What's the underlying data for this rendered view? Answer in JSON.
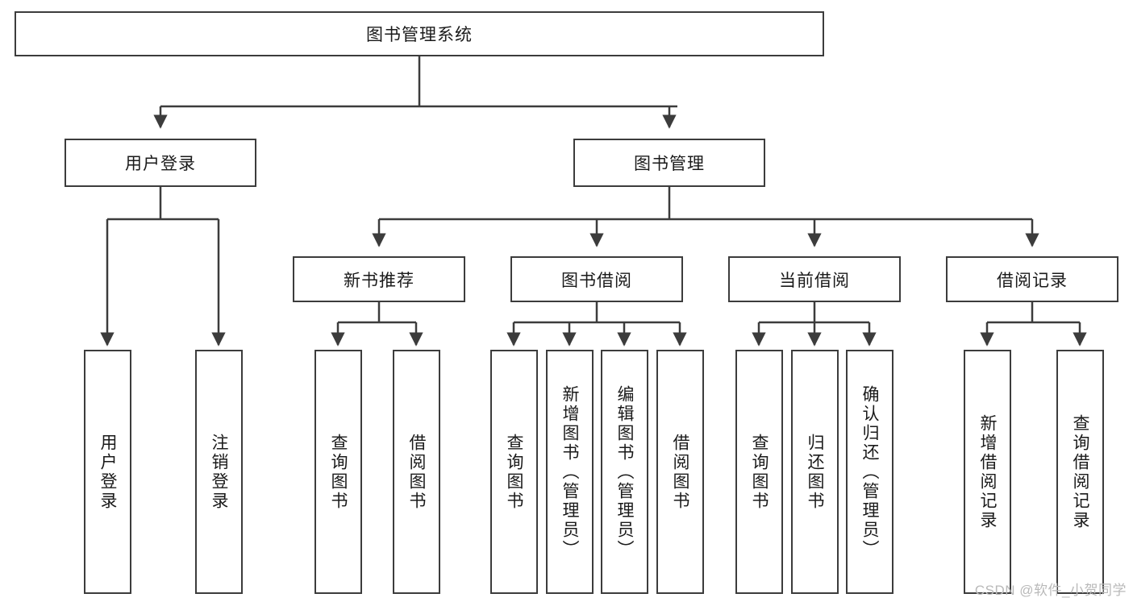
{
  "diagram": {
    "type": "tree-hierarchy-chart",
    "title": "图书管理系统",
    "root": {
      "id": "root",
      "label": "图书管理系统",
      "orientation": "horizontal"
    },
    "level1": [
      {
        "id": "user-login",
        "label": "用户登录",
        "orientation": "horizontal"
      },
      {
        "id": "book-manage",
        "label": "图书管理",
        "orientation": "horizontal"
      }
    ],
    "level2": [
      {
        "id": "new-book-recommend",
        "label": "新书推荐",
        "parent": "book-manage",
        "orientation": "horizontal"
      },
      {
        "id": "book-borrow",
        "label": "图书借阅",
        "parent": "book-manage",
        "orientation": "horizontal"
      },
      {
        "id": "current-borrow",
        "label": "当前借阅",
        "parent": "book-manage",
        "orientation": "horizontal"
      },
      {
        "id": "borrow-record",
        "label": "借阅记录",
        "parent": "book-manage",
        "orientation": "horizontal"
      }
    ],
    "leaves": [
      {
        "id": "leaf-user-login",
        "label": "用户登录",
        "parent": "user-login",
        "orientation": "vertical"
      },
      {
        "id": "leaf-logout",
        "label": "注销登录",
        "parent": "user-login",
        "orientation": "vertical"
      },
      {
        "id": "leaf-query-book-1",
        "label": "查询图书",
        "parent": "new-book-recommend",
        "orientation": "vertical"
      },
      {
        "id": "leaf-borrow-book-1",
        "label": "借阅图书",
        "parent": "new-book-recommend",
        "orientation": "vertical"
      },
      {
        "id": "leaf-query-book-2",
        "label": "查询图书",
        "parent": "book-borrow",
        "orientation": "vertical"
      },
      {
        "id": "leaf-add-book",
        "label": "新增图书（管理员）",
        "parent": "book-borrow",
        "orientation": "vertical"
      },
      {
        "id": "leaf-edit-book",
        "label": "编辑图书（管理员）",
        "parent": "book-borrow",
        "orientation": "vertical"
      },
      {
        "id": "leaf-borrow-book-2",
        "label": "借阅图书",
        "parent": "book-borrow",
        "orientation": "vertical"
      },
      {
        "id": "leaf-query-book-3",
        "label": "查询图书",
        "parent": "current-borrow",
        "orientation": "vertical"
      },
      {
        "id": "leaf-return-book",
        "label": "归还图书",
        "parent": "current-borrow",
        "orientation": "vertical"
      },
      {
        "id": "leaf-confirm-return",
        "label": "确认归还（管理员）",
        "parent": "current-borrow",
        "orientation": "vertical"
      },
      {
        "id": "leaf-add-record",
        "label": "新增借阅记录",
        "parent": "borrow-record",
        "orientation": "vertical"
      },
      {
        "id": "leaf-query-record",
        "label": "查询借阅记录",
        "parent": "borrow-record",
        "orientation": "vertical"
      }
    ],
    "colors": {
      "stroke": "#3c3c3c",
      "box_fill": "#ffffff",
      "text": "#1a1a1a",
      "background": "#ffffff",
      "watermark": "#b9b9b9"
    }
  },
  "watermark": {
    "text": "CSDN @软件_小贺同学"
  }
}
